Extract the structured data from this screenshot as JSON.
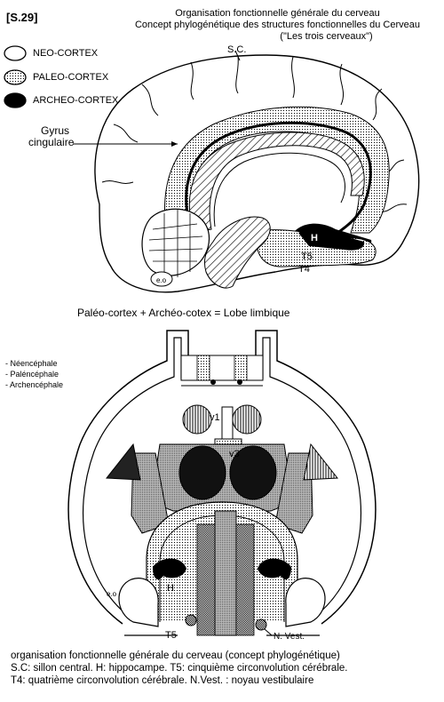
{
  "ref_label": "[S.29]",
  "title_lines": [
    "Organisation fonctionnelle générale du cerveau",
    "Concept phylogénétique des structures fonctionnelles du Cerveau",
    "(\"Les trois cerveaux\")"
  ],
  "legend": [
    {
      "label": "NEO-CORTEX",
      "pattern": "white"
    },
    {
      "label": "PALEO-CORTEX",
      "pattern": "dots"
    },
    {
      "label": "ARCHEO-CORTEX",
      "pattern": "black"
    }
  ],
  "brain_labels": {
    "sc": "S.C.",
    "gyrus": "Gyrus",
    "cingulaire": "cingulaire",
    "h": "H",
    "t5": "T5",
    "t4": "T4",
    "eo": "e.o"
  },
  "limbic_equation": "Paléo-cortex + Archéo-cotex = Lobe limbique",
  "encephale_legend": [
    "- Néencéphale",
    "- Paléncéphale",
    "- Archencéphale"
  ],
  "section_labels": {
    "v1": "v1",
    "v3": "v3",
    "h": "H",
    "t5": "T5",
    "eo": "e.o",
    "nvest": "N. Vest."
  },
  "caption_lines": [
    "organisation fonctionnelle générale du cerveau (concept phylogénétique)",
    "S.C: sillon central.  H: hippocampe.  T5: cinquième circonvolution cérébrale.",
    "T4: quatrième circonvolution cérébrale.  N.Vest.  : noyau vestibulaire"
  ]
}
